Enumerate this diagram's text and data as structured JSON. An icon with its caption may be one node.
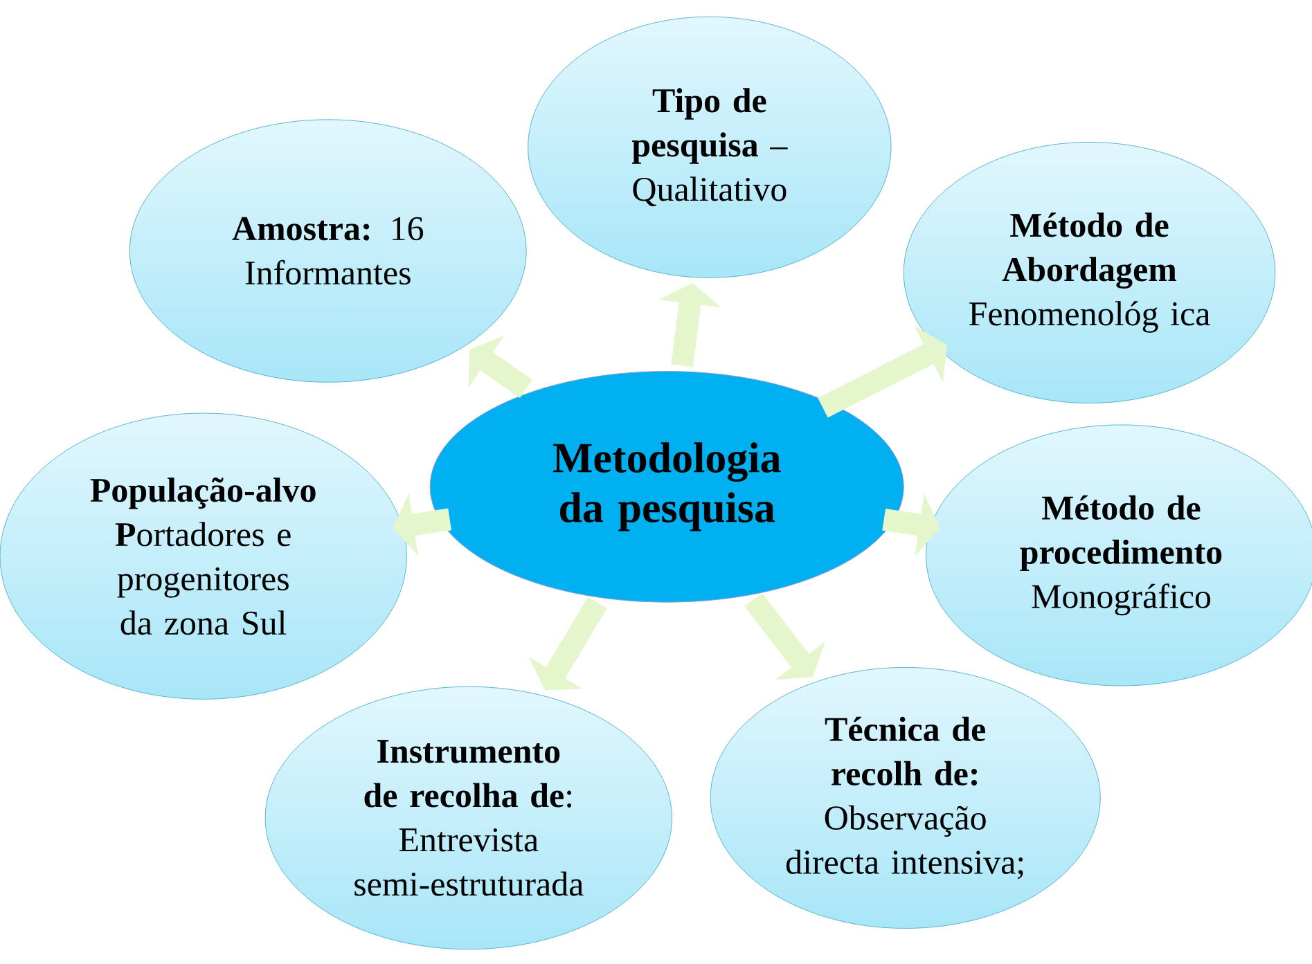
{
  "diagram": {
    "nodes": [
      {
        "text": [
          "Metodologia da pesquisa"
        ]
      },
      {
        "text": [
          "**Tipo de pesquisa** – Qualitativo"
        ]
      },
      {
        "text": [
          "**Amostra:** 16 Informantes"
        ]
      },
      {
        "text": [
          "Método de Abordagem",
          "Fenomenológ ica"
        ]
      },
      {
        "text": [
          "População-alvo",
          "**P**ortadores e progenitores da zona Sul"
        ]
      },
      {
        "text": [
          "Método de procedimento",
          "Monográfico"
        ]
      },
      {
        "text": [
          "**Instrumento de recolha de**:",
          "Entrevista semi-estruturada"
        ]
      },
      {
        "text": [
          "Técnica de recolh de:",
          "Observação directa intensiva;"
        ]
      }
    ],
    "edges": [
      {
        "from": 0,
        "to": 1,
        "arrow": "to"
      },
      {
        "from": 0,
        "to": 2,
        "arrow": "to"
      },
      {
        "from": 0,
        "to": 3,
        "arrow": "to"
      },
      {
        "from": 0,
        "to": 4,
        "arrow": "to"
      },
      {
        "from": 0,
        "to": 5,
        "arrow": "to"
      },
      {
        "from": 0,
        "to": 6,
        "arrow": "to"
      },
      {
        "from": 0,
        "to": 7,
        "arrow": "to"
      }
    ]
  }
}
